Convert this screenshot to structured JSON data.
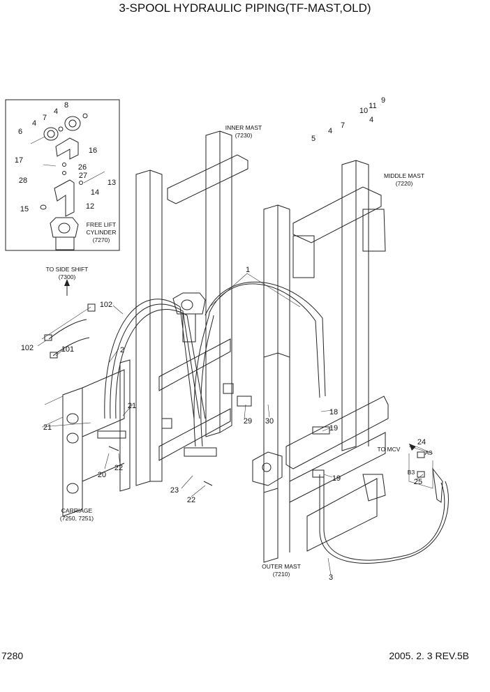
{
  "title": "3-SPOOL HYDRAULIC PIPING(TF-MAST,OLD)",
  "footer": {
    "page_number": "7280",
    "date_rev": "2005. 2. 3  REV.5B"
  },
  "assembly_labels": {
    "inner_mast": "INNER MAST",
    "inner_mast_code": "(7230)",
    "middle_mast": "MIDDLE MAST",
    "middle_mast_code": "(7220)",
    "outer_mast": "OUTER MAST",
    "outer_mast_code": "(7210)",
    "free_lift_1": "FREE LIFT",
    "free_lift_2": "CYLINDER",
    "free_lift_code": "(7270)",
    "side_shift": "TO SIDE SHIFT",
    "side_shift_code": "(7300)",
    "carriage": "CARRIAGE",
    "carriage_code": "(7250, 7251)",
    "to_mcv": "TO MCV",
    "port_a3": "A3",
    "port_b3": "B3"
  },
  "part_numbers": {
    "p1": "1",
    "p2": "2",
    "p3": "3",
    "p4a": "4",
    "p4b": "4",
    "p4c": "4",
    "p4d": "4",
    "p5": "5",
    "p6": "6",
    "p7a": "7",
    "p7b": "7",
    "p8": "8",
    "p9": "9",
    "p10": "10",
    "p11": "11",
    "p12": "12",
    "p13": "13",
    "p14": "14",
    "p15": "15",
    "p16": "16",
    "p17": "17",
    "p18": "18",
    "p19a": "19",
    "p19b": "19",
    "p20": "20",
    "p21a": "21",
    "p21b": "21",
    "p22a": "22",
    "p22b": "22",
    "p23": "23",
    "p24": "24",
    "p25": "25",
    "p26": "26",
    "p27": "27",
    "p28": "28",
    "p29": "29",
    "p30": "30",
    "p101": "101",
    "p102a": "102",
    "p102b": "102"
  }
}
